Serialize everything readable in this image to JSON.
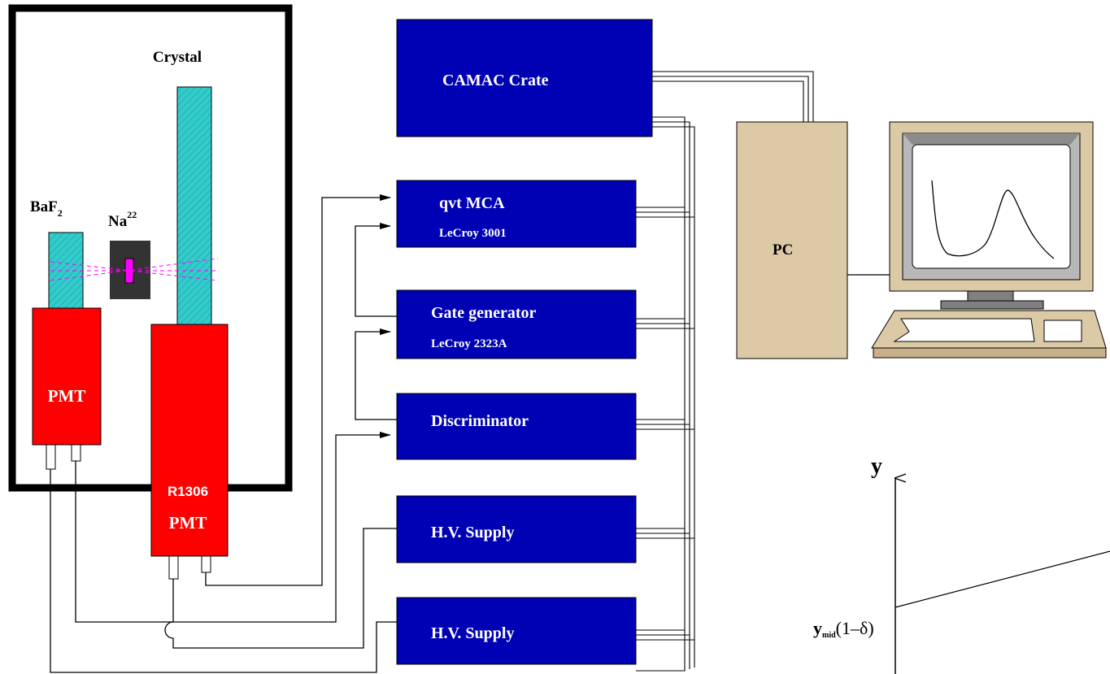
{
  "colors": {
    "module_blue": "#0000b4",
    "pmt_red": "#ff0000",
    "crystal_cyan": "#33cccc",
    "pc_tan": "#dccaa6",
    "source_dark": "#333333",
    "source_magenta": "#ff00ff"
  },
  "detector": {
    "crystal_label": "Crystal",
    "baf2_label": "BaF",
    "baf2_sub": "2",
    "na_label": "Na",
    "na_sup": "22",
    "pmt_left_label": "PMT",
    "pmt_right_model": "R1306",
    "pmt_right_label": "PMT"
  },
  "modules": {
    "camac": {
      "label": "CAMAC Crate"
    },
    "qvt": {
      "label": "qvt MCA",
      "sub": "LeCroy 3001"
    },
    "gate": {
      "label": "Gate generator",
      "sub": "LeCroy 2323A"
    },
    "disc": {
      "label": "Discriminator"
    },
    "hv1": {
      "label": "H.V. Supply"
    },
    "hv2": {
      "label": "H.V. Supply"
    }
  },
  "pc": {
    "label": "PC"
  },
  "monitor": {
    "screen_icon": "spectrum-curve-icon"
  },
  "plot_fragment": {
    "y_axis_label": "y",
    "tick_label_prefix": "y",
    "tick_label_sub": "mid",
    "tick_label_suffix": "(1–δ)"
  }
}
